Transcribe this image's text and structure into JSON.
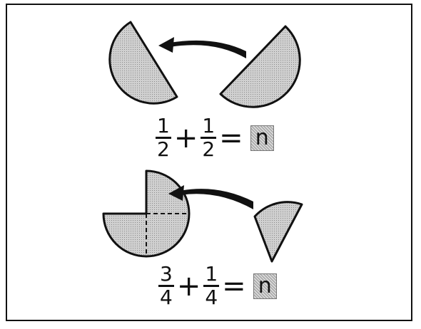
{
  "problems": [
    {
      "addend1": {
        "num": "1",
        "den": "2"
      },
      "plus": "+",
      "addend2": {
        "num": "1",
        "den": "2"
      },
      "equals": "=",
      "unknown": "n"
    },
    {
      "addend1": {
        "num": "3",
        "den": "4"
      },
      "plus": "+",
      "addend2": {
        "num": "1",
        "den": "4"
      },
      "equals": "=",
      "unknown": "n"
    }
  ],
  "colors": {
    "fill": "#c8c8c8",
    "stroke": "#111111",
    "shade": "#9a9a9a"
  }
}
